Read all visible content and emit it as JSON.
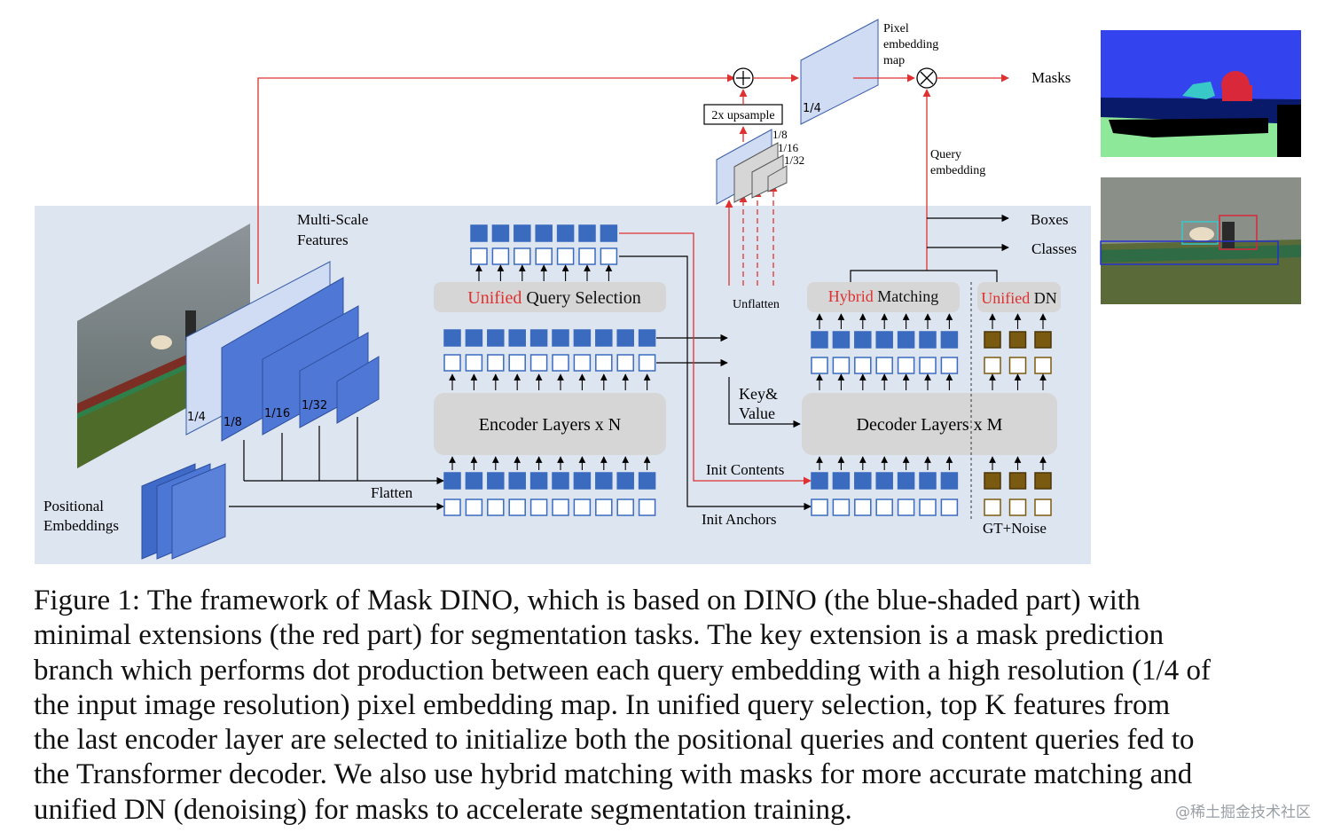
{
  "figure": {
    "labels": {
      "pixel_embedding_map": [
        "Pixel",
        "embedding",
        "map"
      ],
      "masks": "Masks",
      "boxes": "Boxes",
      "classes": "Classes",
      "query_embedding": [
        "Query",
        "embedding"
      ],
      "upsample": "2x upsample",
      "multi_scale_features": [
        "Multi-Scale",
        "Features"
      ],
      "positional_embeddings": [
        "Positional",
        "Embeddings"
      ],
      "flatten": "Flatten",
      "unflatten": "Unflatten",
      "key_value": [
        "Key&",
        "Value"
      ],
      "init_contents": "Init Contents",
      "init_anchors": "Init Anchors",
      "gt_noise": "GT+Noise",
      "encoder_layers": "Encoder Layers x N",
      "decoder_layers": "Decoder Layers x M",
      "uqs_red": "Unified",
      "uqs_rest": " Query Selection",
      "hm_red": "Hybrid",
      "hm_rest": " Matching",
      "udn_red": "Unified",
      "udn_rest": " DN"
    },
    "scales": [
      "1/4",
      "1/8",
      "1/16",
      "1/32"
    ],
    "pixel_map_scale": "1/4",
    "colors": {
      "shade": "#dde5f1",
      "token_blue": "#3a6bbf",
      "token_outline": "#3a6bbf",
      "dn_brown": "#7a5a10",
      "red": "#e03030",
      "box_gray": "#d6d6d6",
      "feature_light": "#cfdcf3",
      "feature_blue": "#4f78d6"
    }
  },
  "caption": [
    "Figure 1: The framework of Mask DINO, which is based on DINO (the blue-shaded part) with",
    "minimal extensions (the red part) for segmentation tasks. The key extension is a mask prediction",
    "branch which performs dot production between each query embedding with a high resolution (1/4 of",
    "the input image resolution) pixel embedding map. In unified query selection, top K features from",
    "the last encoder layer are selected to initialize both the positional queries and content queries fed to",
    "the Transformer decoder. We also use hybrid matching with masks for more accurate matching and",
    "unified DN (denoising) for masks to accelerate segmentation training."
  ],
  "watermark": "@稀土掘金技术社区"
}
